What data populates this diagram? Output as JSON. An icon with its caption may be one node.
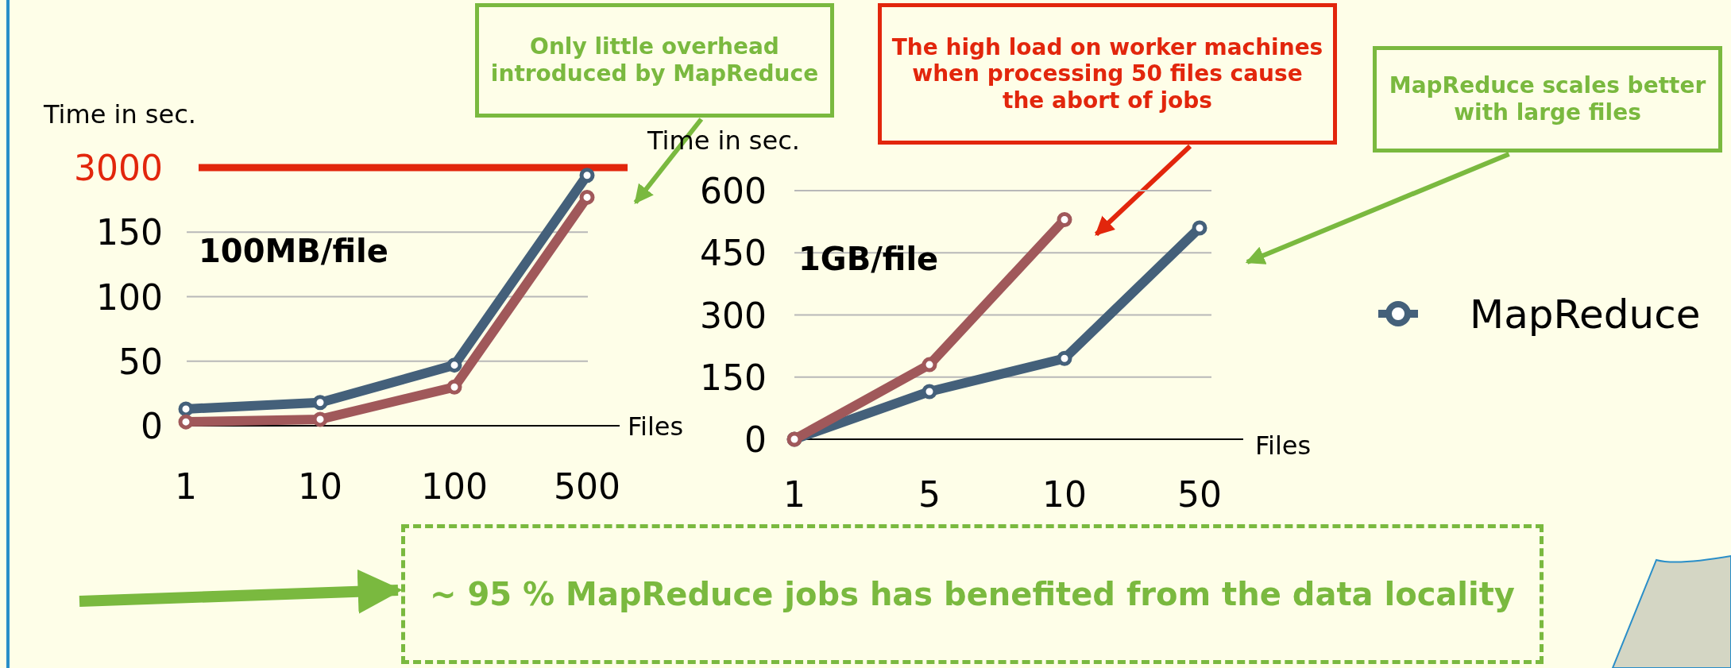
{
  "diagram": {
    "nodes": [
      {
        "text": [
          "Only little overhead introduced by MapReduce"
        ]
      },
      {
        "text": [
          "The high load on worker machines when processing 50 files cause the abort of jobs"
        ]
      },
      {
        "text": [
          "MapReduce scales better with large files"
        ]
      },
      {
        "text": [
          "~ 95 % MapReduce jobs has benefited from the data locality"
        ]
      }
    ],
    "edges": [
      {
        "from": 0,
        "to": null,
        "arrow": "to"
      },
      {
        "from": 1,
        "to": null,
        "arrow": "to",
        "color": "#e2260c"
      },
      {
        "from": 2,
        "to": null,
        "arrow": "to"
      },
      {
        "from": null,
        "to": 3,
        "arrow": "to",
        "style": "thick"
      }
    ],
    "labels": [
      "3000"
    ],
    "legend": [
      {
        "text": "MapReduce",
        "color": "#44607a"
      }
    ],
    "chart_data": [
      {
        "type": "line",
        "title": "100MB/file",
        "xlabel": "Files",
        "ylabel": "Time in sec.",
        "categories": [
          "1",
          "10",
          "100",
          "500"
        ],
        "yticks": [
          0,
          50,
          100,
          150
        ],
        "ylim": [
          0,
          200
        ],
        "grid": true,
        "series": [
          {
            "color": "#44607a",
            "marker": "circle",
            "values": [
              13,
              18,
              47,
              194
            ]
          },
          {
            "color": "#a0585a",
            "marker": "circle",
            "values": [
              3,
              5,
              30,
              177
            ]
          }
        ]
      },
      {
        "type": "line",
        "title": "1GB/file",
        "xlabel": "Files",
        "ylabel": "Time in sec.",
        "categories": [
          "1",
          "5",
          "10",
          "50"
        ],
        "yticks": [
          0,
          150,
          300,
          450,
          600
        ],
        "ylim": [
          0,
          600
        ],
        "grid": true,
        "series": [
          {
            "color": "#44607a",
            "marker": "circle",
            "values": [
              0,
              115,
              195,
              510
            ]
          },
          {
            "color": "#a0585a",
            "marker": "circle",
            "values": [
              0,
              180,
              530,
              null
            ]
          }
        ]
      }
    ]
  }
}
